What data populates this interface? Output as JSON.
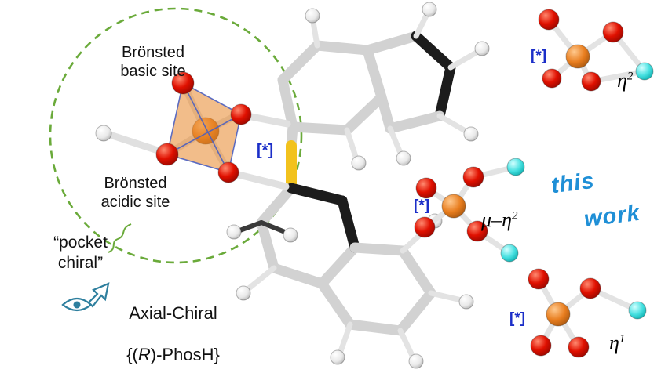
{
  "labels": {
    "bronsted_basic": "Brönsted\nbasic site",
    "bronsted_acidic": "Brönsted\nacidic site",
    "pocket_chiral": "“pocket\nchiral”",
    "chiral_marker": "[*]",
    "axial_chiral": {
      "line1": "Axial-Chiral",
      "line2_open": "{(",
      "line2_r": "R",
      "line2_close": ")-PhosH}"
    },
    "this_work": {
      "line1": "this",
      "line2": "work"
    }
  },
  "coordination_modes": [
    {
      "id": "eta2",
      "marker": "[*]",
      "prefix": "",
      "symbol": "η",
      "sup": "2"
    },
    {
      "id": "mu_eta2",
      "marker": "[*]",
      "prefix": "μ–",
      "symbol": "η",
      "sup": "2"
    },
    {
      "id": "eta1",
      "marker": "[*]",
      "prefix": "",
      "symbol": "η",
      "sup": "1"
    }
  ],
  "colors": {
    "oxygen": "#dd1100",
    "phosphorus": "#e87d1e",
    "hydrogen": "#f2f2f2",
    "metal-cyan": "#45e0e0",
    "carbon-light": "#d2d2d2",
    "carbon-dark": "#1c1c1c",
    "axis-highlight": "#f2c21d",
    "pocket-outline": "#6aaa3a",
    "tetrahedron-face": "#e8872a",
    "tetrahedron-edge": "#4b5fc0",
    "marker-blue": "#1b2ec8",
    "handwriting-blue": "#1f8fd6",
    "text-black": "#111111",
    "eye-teal": "#2e7f9e"
  }
}
